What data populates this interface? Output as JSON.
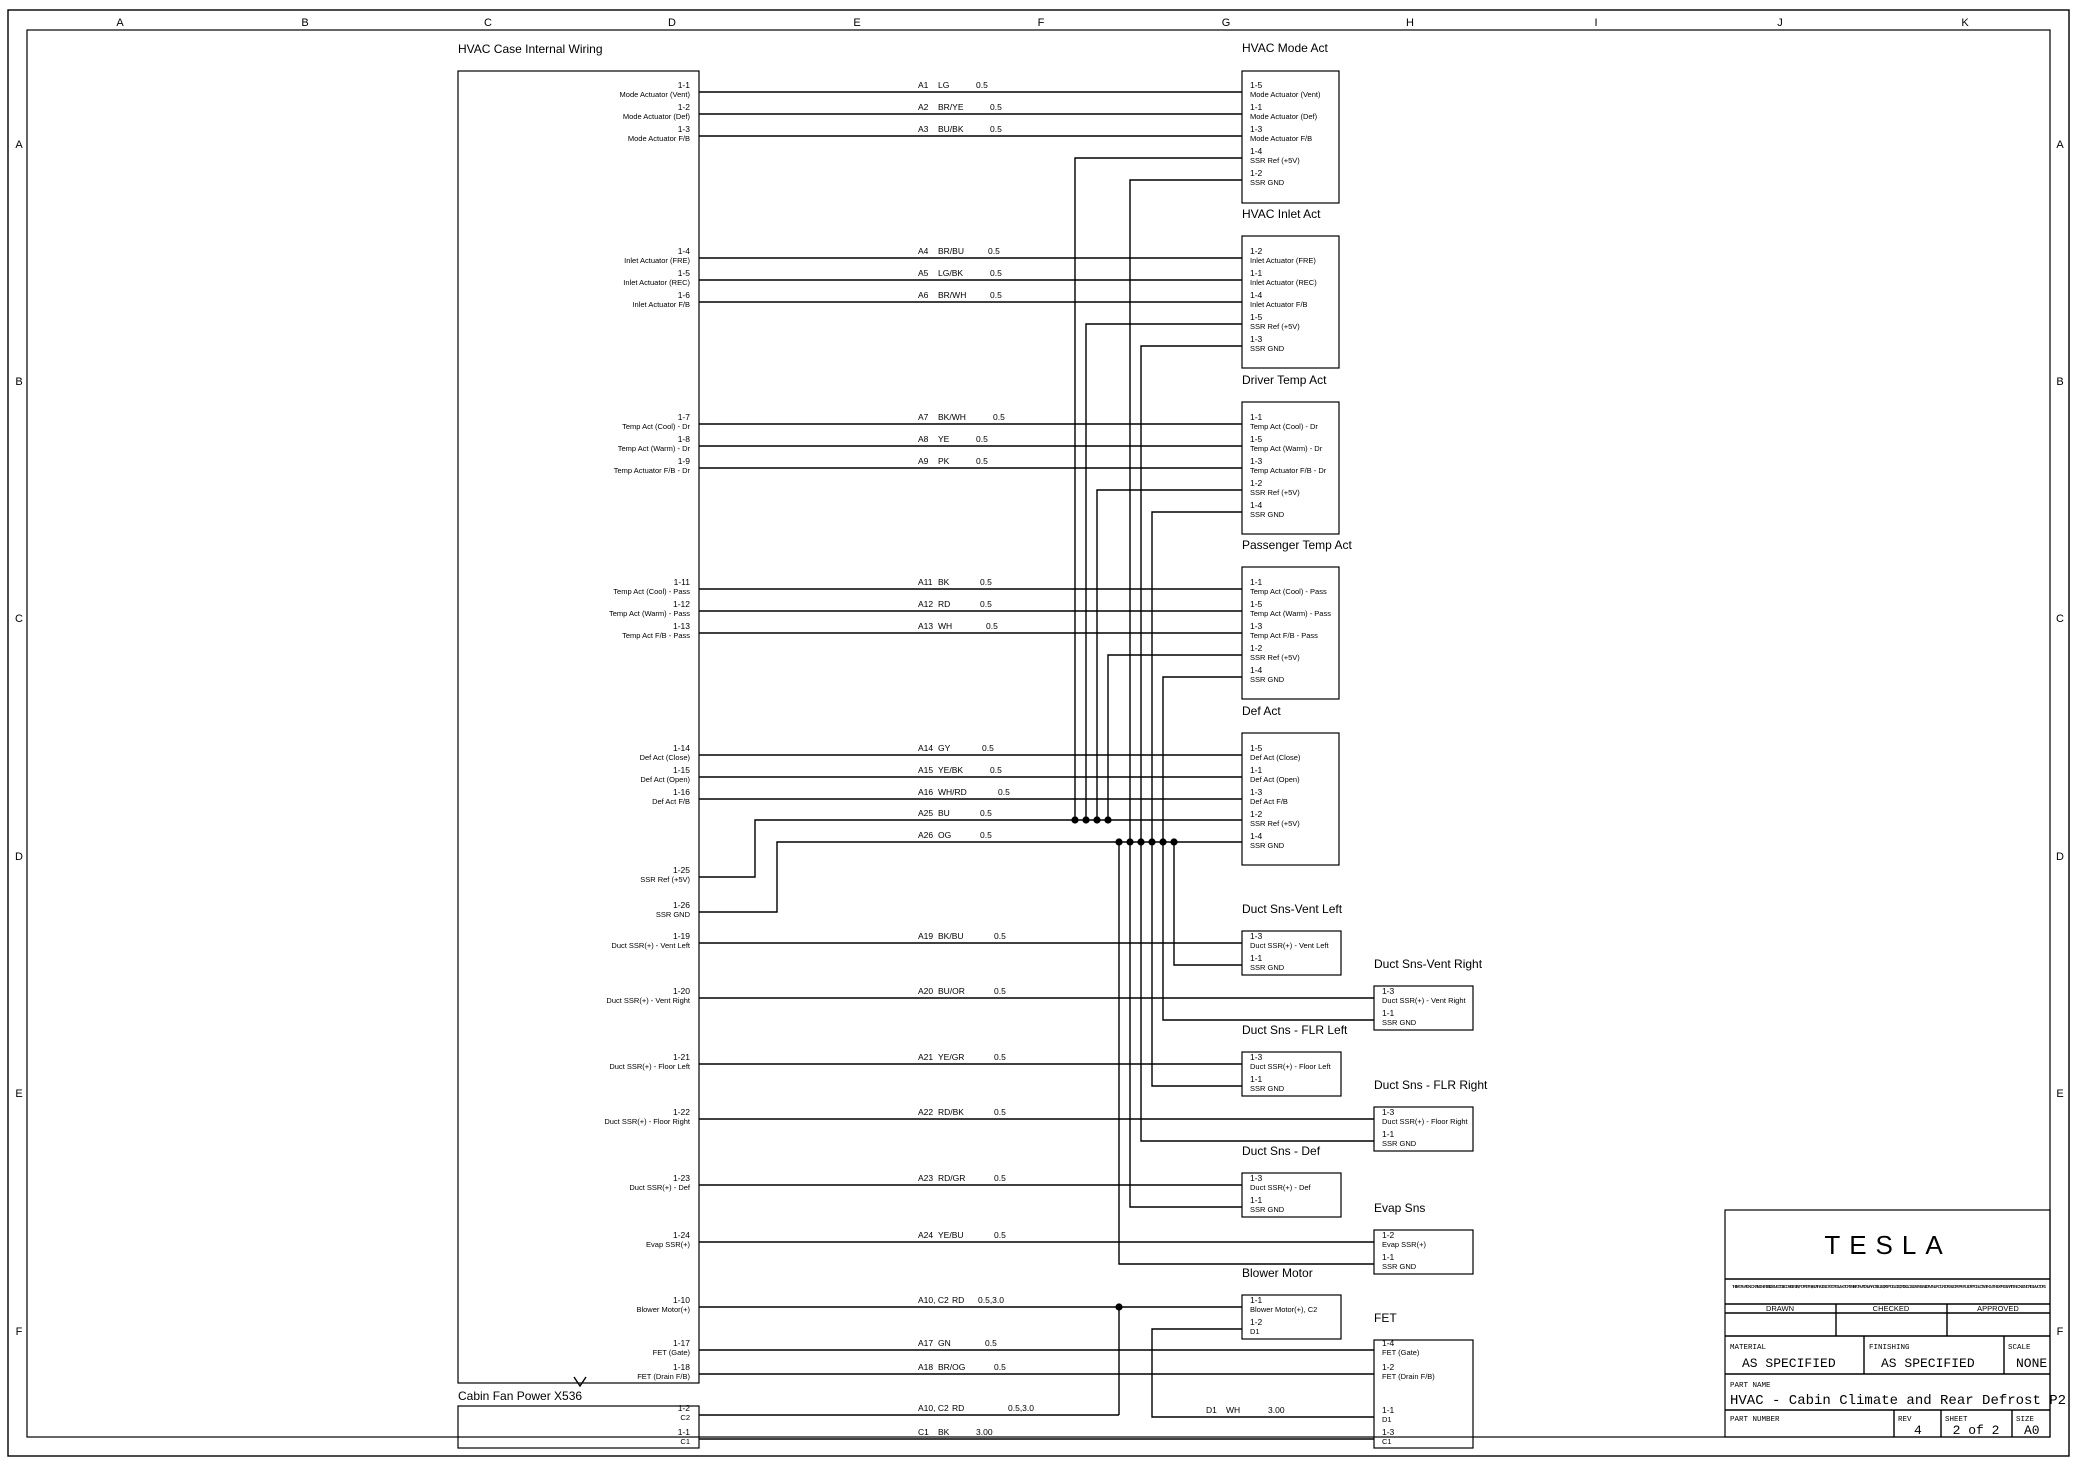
{
  "grid": {
    "columns": [
      "A",
      "B",
      "C",
      "D",
      "E",
      "F",
      "G",
      "H",
      "I",
      "J",
      "K"
    ],
    "rows": [
      "A",
      "B",
      "C",
      "D",
      "E",
      "F"
    ]
  },
  "left_block": {
    "title": "HVAC Case Internal Wiring",
    "pins": [
      {
        "pin": "1-1",
        "label": "Mode Actuator (Vent)"
      },
      {
        "pin": "1-2",
        "label": "Mode Actuator (Def)"
      },
      {
        "pin": "1-3",
        "label": "Mode Actuator F/B"
      },
      {
        "pin": "1-4",
        "label": "Inlet Actuator (FRE)"
      },
      {
        "pin": "1-5",
        "label": "Inlet Actuator (REC)"
      },
      {
        "pin": "1-6",
        "label": "Inlet Actuator F/B"
      },
      {
        "pin": "1-7",
        "label": "Temp Act (Cool) - Dr"
      },
      {
        "pin": "1-8",
        "label": "Temp Act (Warm) - Dr"
      },
      {
        "pin": "1-9",
        "label": "Temp Actuator F/B - Dr"
      },
      {
        "pin": "1-11",
        "label": "Temp Act (Cool) - Pass"
      },
      {
        "pin": "1-12",
        "label": "Temp Act (Warm) - Pass"
      },
      {
        "pin": "1-13",
        "label": "Temp Act F/B - Pass"
      },
      {
        "pin": "1-14",
        "label": "Def Act (Close)"
      },
      {
        "pin": "1-15",
        "label": "Def Act (Open)"
      },
      {
        "pin": "1-16",
        "label": "Def Act F/B"
      },
      {
        "pin": "1-25",
        "label": "SSR Ref (+5V)"
      },
      {
        "pin": "1-26",
        "label": "SSR GND"
      },
      {
        "pin": "1-19",
        "label": "Duct SSR(+) - Vent Left"
      },
      {
        "pin": "1-20",
        "label": "Duct SSR(+) - Vent Right"
      },
      {
        "pin": "1-21",
        "label": "Duct SSR(+) - Floor Left"
      },
      {
        "pin": "1-22",
        "label": "Duct SSR(+) - Floor Right"
      },
      {
        "pin": "1-23",
        "label": "Duct SSR(+) - Def"
      },
      {
        "pin": "1-24",
        "label": "Evap SSR(+)"
      },
      {
        "pin": "1-10",
        "label": "Blower Motor(+)"
      },
      {
        "pin": "1-17",
        "label": "FET (Gate)"
      },
      {
        "pin": "1-18",
        "label": "FET (Drain F/B)"
      }
    ]
  },
  "cabin_fan": {
    "title": "Cabin Fan Power X536",
    "pins": [
      {
        "pin": "1-2",
        "label": "C2"
      },
      {
        "pin": "1-1",
        "label": "C1"
      }
    ]
  },
  "wires": [
    {
      "id": "A1",
      "color": "LG",
      "gauge": "0.5"
    },
    {
      "id": "A2",
      "color": "BR/YE",
      "gauge": "0.5"
    },
    {
      "id": "A3",
      "color": "BU/BK",
      "gauge": "0.5"
    },
    {
      "id": "A4",
      "color": "BR/BU",
      "gauge": "0.5"
    },
    {
      "id": "A5",
      "color": "LG/BK",
      "gauge": "0.5"
    },
    {
      "id": "A6",
      "color": "BR/WH",
      "gauge": "0.5"
    },
    {
      "id": "A7",
      "color": "BK/WH",
      "gauge": "0.5"
    },
    {
      "id": "A8",
      "color": "YE",
      "gauge": "0.5"
    },
    {
      "id": "A9",
      "color": "PK",
      "gauge": "0.5"
    },
    {
      "id": "A11",
      "color": "BK",
      "gauge": "0.5"
    },
    {
      "id": "A12",
      "color": "RD",
      "gauge": "0.5"
    },
    {
      "id": "A13",
      "color": "WH",
      "gauge": "0.5"
    },
    {
      "id": "A14",
      "color": "GY",
      "gauge": "0.5"
    },
    {
      "id": "A15",
      "color": "YE/BK",
      "gauge": "0.5"
    },
    {
      "id": "A16",
      "color": "WH/RD",
      "gauge": "0.5"
    },
    {
      "id": "A25",
      "color": "BU",
      "gauge": "0.5"
    },
    {
      "id": "A26",
      "color": "OG",
      "gauge": "0.5"
    },
    {
      "id": "A19",
      "color": "BK/BU",
      "gauge": "0.5"
    },
    {
      "id": "A20",
      "color": "BU/OR",
      "gauge": "0.5"
    },
    {
      "id": "A21",
      "color": "YE/GR",
      "gauge": "0.5"
    },
    {
      "id": "A22",
      "color": "RD/BK",
      "gauge": "0.5"
    },
    {
      "id": "A23",
      "color": "RD/GR",
      "gauge": "0.5"
    },
    {
      "id": "A24",
      "color": "YE/BU",
      "gauge": "0.5"
    },
    {
      "id": "A10, C2",
      "color": "RD",
      "gauge": "0.5,3.0"
    },
    {
      "id": "A17",
      "color": "GN",
      "gauge": "0.5"
    },
    {
      "id": "A18",
      "color": "BR/OG",
      "gauge": "0.5"
    },
    {
      "id": "A10, C2",
      "color": "RD",
      "gauge": "0.5,3.0"
    },
    {
      "id": "C1",
      "color": "BK",
      "gauge": "3.00"
    },
    {
      "id": "D1",
      "color": "WH",
      "gauge": "3.00"
    }
  ],
  "components": [
    {
      "title": "HVAC Mode Act",
      "pins": [
        {
          "pin": "1-5",
          "label": "Mode Actuator (Vent)"
        },
        {
          "pin": "1-1",
          "label": "Mode Actuator (Def)"
        },
        {
          "pin": "1-3",
          "label": "Mode Actuator F/B"
        },
        {
          "pin": "1-4",
          "label": "SSR Ref (+5V)"
        },
        {
          "pin": "1-2",
          "label": "SSR GND"
        }
      ]
    },
    {
      "title": "HVAC Inlet Act",
      "pins": [
        {
          "pin": "1-2",
          "label": "Inlet Actuator (FRE)"
        },
        {
          "pin": "1-1",
          "label": "Inlet Actuator (REC)"
        },
        {
          "pin": "1-4",
          "label": "Inlet Actuator F/B"
        },
        {
          "pin": "1-5",
          "label": "SSR Ref (+5V)"
        },
        {
          "pin": "1-3",
          "label": "SSR GND"
        }
      ]
    },
    {
      "title": "Driver Temp Act",
      "pins": [
        {
          "pin": "1-1",
          "label": "Temp Act (Cool) - Dr"
        },
        {
          "pin": "1-5",
          "label": "Temp Act (Warm) - Dr"
        },
        {
          "pin": "1-3",
          "label": "Temp Actuator F/B - Dr"
        },
        {
          "pin": "1-2",
          "label": "SSR Ref (+5V)"
        },
        {
          "pin": "1-4",
          "label": "SSR GND"
        }
      ]
    },
    {
      "title": "Passenger Temp Act",
      "pins": [
        {
          "pin": "1-1",
          "label": "Temp Act (Cool) - Pass"
        },
        {
          "pin": "1-5",
          "label": "Temp Act (Warm) - Pass"
        },
        {
          "pin": "1-3",
          "label": "Temp Act F/B - Pass"
        },
        {
          "pin": "1-2",
          "label": "SSR Ref (+5V)"
        },
        {
          "pin": "1-4",
          "label": "SSR GND"
        }
      ]
    },
    {
      "title": "Def Act",
      "pins": [
        {
          "pin": "1-5",
          "label": "Def Act (Close)"
        },
        {
          "pin": "1-1",
          "label": "Def Act (Open)"
        },
        {
          "pin": "1-3",
          "label": "Def Act F/B"
        },
        {
          "pin": "1-2",
          "label": "SSR Ref (+5V)"
        },
        {
          "pin": "1-4",
          "label": "SSR GND"
        }
      ]
    },
    {
      "title": "Duct Sns-Vent Left",
      "pins": [
        {
          "pin": "1-3",
          "label": "Duct SSR(+) - Vent Left"
        },
        {
          "pin": "1-1",
          "label": "SSR GND"
        }
      ]
    },
    {
      "title": "Duct Sns-Vent Right",
      "pins": [
        {
          "pin": "1-3",
          "label": "Duct SSR(+) - Vent Right"
        },
        {
          "pin": "1-1",
          "label": "SSR GND"
        }
      ]
    },
    {
      "title": "Duct Sns - FLR Left",
      "pins": [
        {
          "pin": "1-3",
          "label": "Duct SSR(+) - Floor Left"
        },
        {
          "pin": "1-1",
          "label": "SSR GND"
        }
      ]
    },
    {
      "title": "Duct Sns - FLR Right",
      "pins": [
        {
          "pin": "1-3",
          "label": "Duct SSR(+) - Floor Right"
        },
        {
          "pin": "1-1",
          "label": "SSR GND"
        }
      ]
    },
    {
      "title": "Duct Sns - Def",
      "pins": [
        {
          "pin": "1-3",
          "label": "Duct SSR(+) - Def"
        },
        {
          "pin": "1-1",
          "label": "SSR GND"
        }
      ]
    },
    {
      "title": "Evap Sns",
      "pins": [
        {
          "pin": "1-2",
          "label": "Evap SSR(+)"
        },
        {
          "pin": "1-1",
          "label": "SSR GND"
        }
      ]
    },
    {
      "title": "Blower Motor",
      "pins": [
        {
          "pin": "1-1",
          "label": "Blower Motor(+), C2"
        },
        {
          "pin": "1-2",
          "label": "D1"
        }
      ]
    },
    {
      "title": "FET",
      "pins": [
        {
          "pin": "1-4",
          "label": "FET (Gate)"
        },
        {
          "pin": "1-2",
          "label": "FET (Drain F/B)"
        },
        {
          "pin": "1-1",
          "label": "D1"
        },
        {
          "pin": "1-3",
          "label": "C1"
        }
      ]
    }
  ],
  "title_block": {
    "logo": "TESLA",
    "notice": "THE INFORMATION CONTAINED HEREIN IS DEEMED TO BE CONFIDENTIAL, PROPRIETARY, AND A TRADE SECRET OF TESLA MOTORS. THIS INFORMATION MAY NOT BE USED, REPRODUCED, OR DISCLOSED AS THE BASIS OF MANUFACTURE OR SALE OF APPARATUS OR PRODUCTS WITHOUT THE EXPRESS WRITTEN CONSENT OF TESLA MOTORS.",
    "drawn_label": "DRAWN",
    "checked_label": "CHECKED",
    "approved_label": "APPROVED",
    "material_label": "MATERIAL",
    "material_value": "AS SPECIFIED",
    "finishing_label": "FINISHING",
    "finishing_value": "AS SPECIFIED",
    "scale_label": "SCALE",
    "scale_value": "NONE",
    "part_name_label": "PART NAME",
    "part_name_value": "HVAC - Cabin Climate and Rear Defrost P2",
    "part_number_label": "PART NUMBER",
    "rev_label": "REV",
    "rev_value": "4",
    "sheet_label": "SHEET",
    "sheet_value": "2 of 2",
    "size_label": "SIZE",
    "size_value": "A0"
  }
}
